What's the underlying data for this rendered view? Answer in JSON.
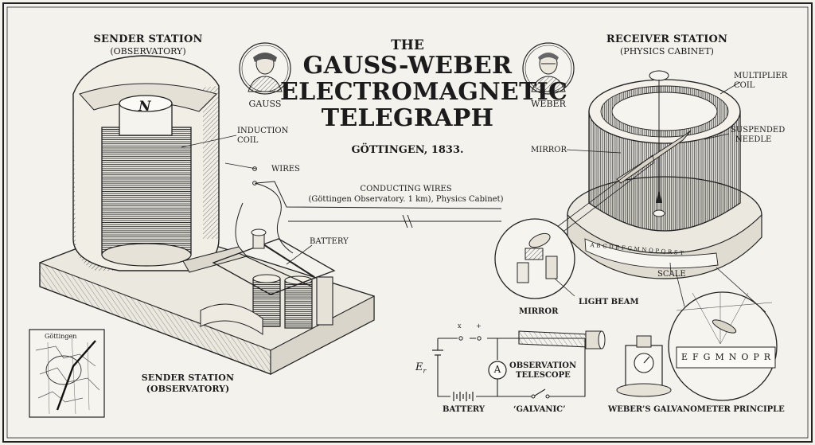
{
  "title": {
    "pre": "THE",
    "line1": "GAUSS-WEBER",
    "line2": "ELECTROMAGNETIC",
    "line3": "TELEGRAPH",
    "place_date": "GÖTTINGEN, 1833."
  },
  "portraits": {
    "gauss": "GAUSS",
    "weber": "WEBER"
  },
  "sender": {
    "heading": "SENDER STATION",
    "sub": "(OBSERVATORY)",
    "bottom_heading": "SENDER STATION",
    "bottom_sub": "(OBSERVATORY)",
    "magnet_letter": "N",
    "induction_coil": [
      "INDUCTION",
      "COIL"
    ],
    "wires": "WIRES",
    "battery": "BATTERY"
  },
  "conducting": {
    "title": "CONDUCTING WIRES",
    "detail": "(Göttingen Observatory. 1 km), Physics Cabinet)"
  },
  "receiver": {
    "heading": "RECEIVER STATION",
    "sub": "(PHYSICS CABINET)",
    "multiplier_coil": [
      "MULTIPLIER",
      "COIL"
    ],
    "suspended_needle": [
      "SUSPENDED",
      "NEEDLE"
    ],
    "mirror": "MIRROR",
    "scale": "SCALE",
    "scale_letters": [
      "A",
      "B",
      "C",
      "D",
      "E",
      "F",
      "G",
      "M",
      "N",
      "O",
      "P",
      "Q",
      "R",
      "S",
      "T"
    ]
  },
  "insets": {
    "mirror": "MIRROR",
    "light_beam": "LIGHT BEAM",
    "zoom_scale_letters": [
      "E",
      "F",
      "G",
      "M",
      "N",
      "O",
      "P",
      "R"
    ],
    "map_city": "Göttingen"
  },
  "circuit": {
    "emf": "E",
    "emf_sub": "r",
    "switch_a": "x",
    "switch_b": "+",
    "ammeter": "A",
    "telescope": [
      "OBSERVATION",
      "TELESCOPE"
    ],
    "battery": "BATTERY",
    "galvanic": "‘GALVANIC’",
    "galvanometer": "WEBER’S GALVANOMETER PRINCIPLE"
  }
}
